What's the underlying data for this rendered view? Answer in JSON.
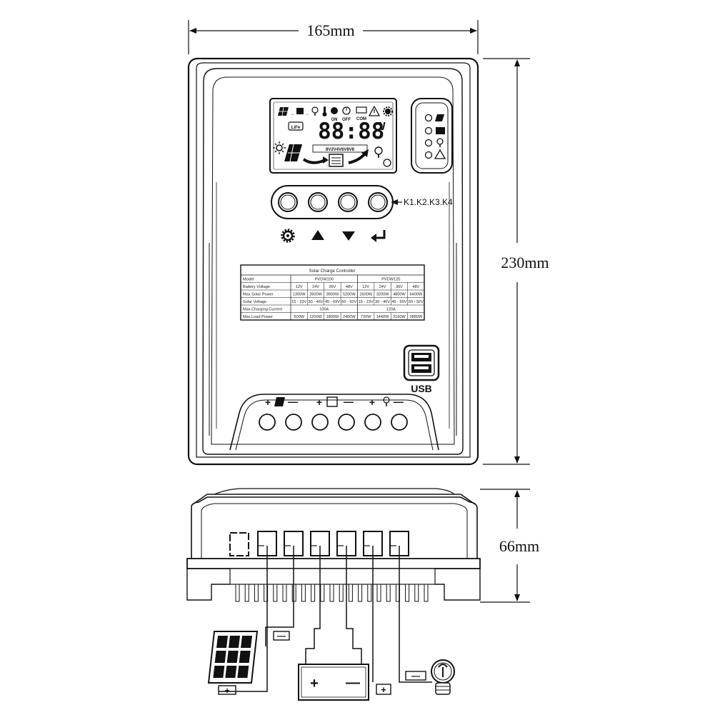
{
  "dimensions": {
    "width": "165mm",
    "height": "230mm",
    "depth": "66mm"
  },
  "lcd": {
    "digits": "88:88",
    "unit": "V",
    "on_label": "ON",
    "off_label": "OFF",
    "com_label": "COM",
    "battery_tag": "LiFe",
    "bar_text": "8V2V4V6V8V8"
  },
  "buttons": {
    "label": "K1.K2.K3.K4"
  },
  "usb": {
    "label": "USB"
  },
  "spec_table": {
    "title": "Solar Charge Controller",
    "columns": [
      "Model",
      "PVDW100",
      "PVDW120"
    ],
    "voltages": [
      "12V",
      "24V",
      "36V",
      "48V",
      "12V",
      "24V",
      "36V",
      "48V"
    ],
    "rows": [
      {
        "label": "Battery Voltage",
        "cells": [
          "12V",
          "24V",
          "36V",
          "48V",
          "12V",
          "24V",
          "36V",
          "48V"
        ]
      },
      {
        "label": "Max.Solar Power",
        "cells": [
          "1300W",
          "2600W",
          "3900W",
          "5200W",
          "1600W",
          "3200W",
          "4800W",
          "6400W"
        ]
      },
      {
        "label": "Solar Voltage",
        "cells": [
          "15 - 23V",
          "30 - 46V",
          "45 - 69V",
          "60 - 92V",
          "15 - 23V",
          "30 - 46V",
          "45 - 69V",
          "60 - 92V"
        ]
      },
      {
        "label": "Max.Charging Current",
        "cells": [
          "100A",
          "120A"
        ]
      },
      {
        "label": "Max.Load Power",
        "cells": [
          "600W",
          "1200W",
          "1800W",
          "2400W",
          "720W",
          "1440W",
          "2160W",
          "2880W"
        ]
      }
    ]
  },
  "icons": {
    "settings": "gear-icon",
    "up": "up-triangle-icon",
    "down": "down-triangle-icon",
    "enter": "enter-icon",
    "solar": "solar-panel-icon",
    "battery": "battery-icon",
    "load": "bulb-icon",
    "warning": "warning-icon",
    "sun": "sun-icon"
  }
}
